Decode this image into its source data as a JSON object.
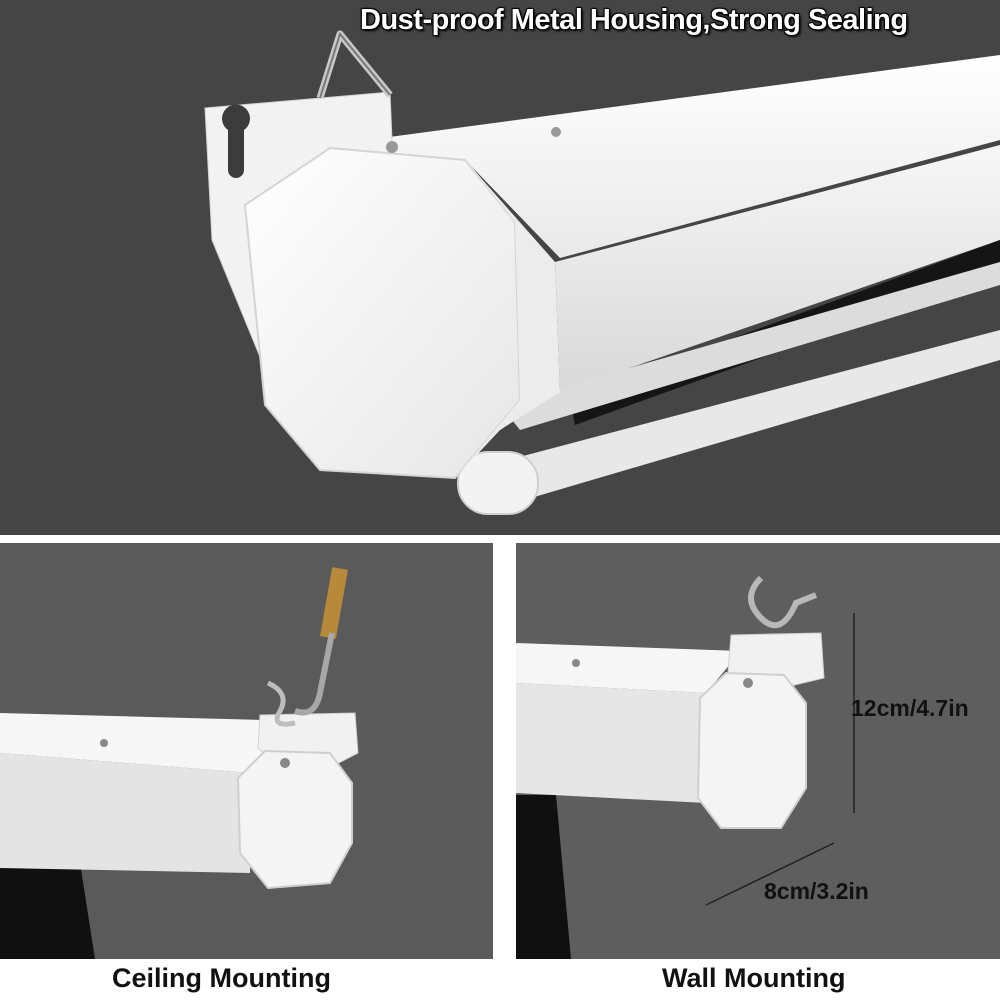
{
  "headline": "Dust-proof Metal Housing,Strong Sealing",
  "captions": {
    "ceiling": "Ceiling Mounting",
    "wall": "Wall Mounting"
  },
  "dimensions": {
    "height": "12cm/4.7in",
    "width": "8cm/3.2in"
  },
  "colors": {
    "background_top": "#454545",
    "background_panels": "#5a5a5a",
    "housing": "#f4f4f4",
    "text_dark": "#111111"
  }
}
